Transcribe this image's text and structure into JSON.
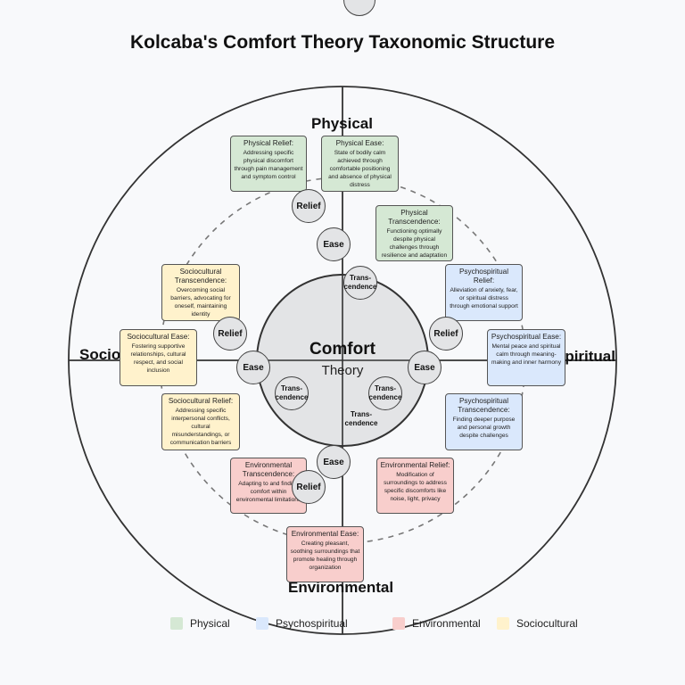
{
  "title": "Kolcaba's Comfort Theory Taxonomic Structure",
  "colors": {
    "physical": "#d5e8d4",
    "psychospiritual": "#dae8fc",
    "environmental": "#f8cecc",
    "sociocultural": "#fff2cc",
    "bubble": "#e3e4e6"
  },
  "dimensions": {
    "physical": "Physical",
    "psychospiritual": "Psychospiritual",
    "environmental": "Environmental",
    "sociocultural": "Sociocultural"
  },
  "core": {
    "title": "Comfort",
    "subtitle": "Theory"
  },
  "boxes": {
    "physical_relief": {
      "title": "Physical Relief:",
      "desc": "Addressing specific physical discomfort through pain management and symptom control"
    },
    "physical_ease": {
      "title": "Physical Ease:",
      "desc": "State of bodily calm achieved through comfortable positioning and absence of physical distress"
    },
    "physical_transcendence": {
      "title": "Physical Transcendence:",
      "desc": "Functioning optimally despite physical challenges through resilience and adaptation"
    },
    "psycho_relief": {
      "title": "Psychospiritual Relief:",
      "desc": "Alleviation of anxiety, fear, or spiritual distress through emotional support"
    },
    "psycho_ease": {
      "title": "Psychospiritual Ease:",
      "desc": "Mental peace and spiritual calm through meaning-making and inner harmony"
    },
    "psycho_transcendence": {
      "title": "Psychospiritual Transcendence:",
      "desc": "Finding deeper purpose and personal growth despite challenges"
    },
    "env_relief": {
      "title": "Environmental Relief:",
      "desc": "Modification of surroundings to address specific discomforts like noise, light, privacy"
    },
    "env_ease": {
      "title": "Environmental Ease:",
      "desc": "Creating pleasant, soothing surroundings that promote healing through organization"
    },
    "env_transcendence": {
      "title": "Environmental Transcendence:",
      "desc": "Adapting to and finding comfort within environmental limitations"
    },
    "socio_relief": {
      "title": "Sociocultural Relief:",
      "desc": "Addressing specific interpersonal conflicts, cultural misunderstandings, or communication barriers"
    },
    "socio_ease": {
      "title": "Sociocultural Ease:",
      "desc": "Fostering supportive relationships, cultural respect, and social inclusion"
    },
    "socio_transcendence": {
      "title": "Sociocultural Transcendence:",
      "desc": "Overcoming social barriers, advocating for oneself, maintaining identity"
    }
  },
  "bubbles": {
    "relief": "Relief",
    "ease": "Ease",
    "transcendence": "Trans-cendence"
  },
  "legend": [
    {
      "label": "Physical",
      "color": "#d5e8d4"
    },
    {
      "label": "Psychospiritual",
      "color": "#dae8fc"
    },
    {
      "label": "Environmental",
      "color": "#f8cecc"
    },
    {
      "label": "Sociocultural",
      "color": "#fff2cc"
    }
  ]
}
